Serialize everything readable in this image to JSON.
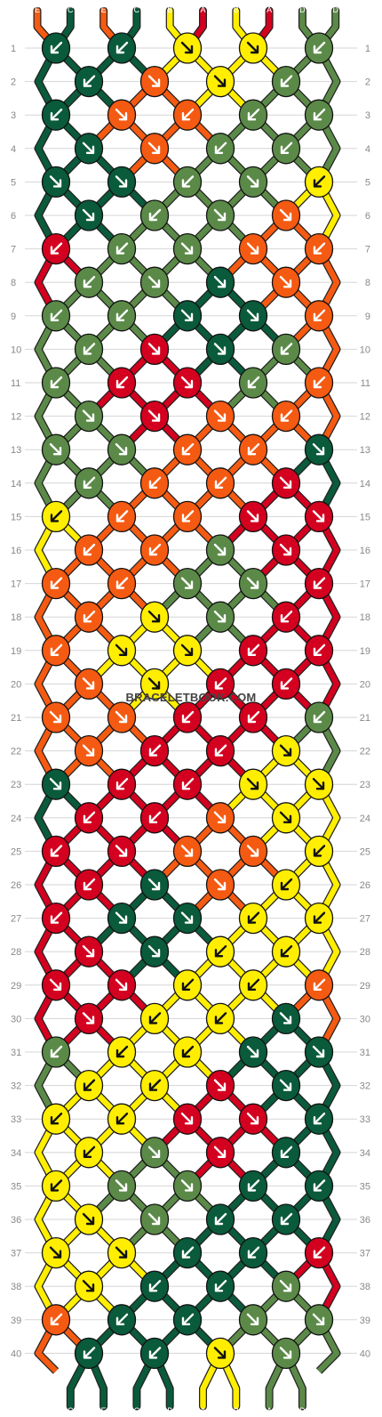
{
  "watermark": "BRACELETBOOK.COM",
  "colors": {
    "A": "#d3001f",
    "B": "#ffee00",
    "C": "#0a5a3c",
    "D": "#5b8a48",
    "E": "#f55a12"
  },
  "strings": [
    "E",
    "C",
    "E",
    "C",
    "B",
    "A",
    "B",
    "A",
    "D",
    "D"
  ],
  "rows": [
    {
      "n": "1",
      "knots": [
        [
          "C",
          "bl"
        ],
        [
          "C",
          "bl"
        ],
        [
          "B",
          "br"
        ],
        [
          "B",
          "br"
        ],
        [
          "D",
          "bl"
        ]
      ]
    },
    {
      "n": "2",
      "knots": [
        [
          "C",
          "bl"
        ],
        [
          "E",
          "br"
        ],
        [
          "B",
          "br"
        ],
        [
          "D",
          "bl"
        ]
      ]
    },
    {
      "n": "3",
      "knots": [
        [
          "C",
          "bl"
        ],
        [
          "E",
          "br"
        ],
        [
          "E",
          "bl"
        ],
        [
          "D",
          "bl"
        ],
        [
          "D",
          "bl"
        ]
      ]
    },
    {
      "n": "4",
      "knots": [
        [
          "C",
          "br"
        ],
        [
          "E",
          "br"
        ],
        [
          "D",
          "bl"
        ],
        [
          "D",
          "bl"
        ]
      ]
    },
    {
      "n": "5",
      "knots": [
        [
          "C",
          "br"
        ],
        [
          "C",
          "br"
        ],
        [
          "D",
          "bl"
        ],
        [
          "D",
          "br"
        ],
        [
          "B",
          "bl"
        ]
      ]
    },
    {
      "n": "6",
      "knots": [
        [
          "C",
          "br"
        ],
        [
          "D",
          "bl"
        ],
        [
          "D",
          "br"
        ],
        [
          "E",
          "br"
        ]
      ]
    },
    {
      "n": "7",
      "knots": [
        [
          "A",
          "bl"
        ],
        [
          "D",
          "bl"
        ],
        [
          "D",
          "br"
        ],
        [
          "E",
          "br"
        ],
        [
          "E",
          "bl"
        ]
      ]
    },
    {
      "n": "8",
      "knots": [
        [
          "D",
          "bl"
        ],
        [
          "D",
          "br"
        ],
        [
          "C",
          "br"
        ],
        [
          "E",
          "br"
        ]
      ]
    },
    {
      "n": "9",
      "knots": [
        [
          "D",
          "bl"
        ],
        [
          "D",
          "bl"
        ],
        [
          "C",
          "br"
        ],
        [
          "C",
          "br"
        ],
        [
          "E",
          "bl"
        ]
      ]
    },
    {
      "n": "10",
      "knots": [
        [
          "D",
          "bl"
        ],
        [
          "A",
          "br"
        ],
        [
          "C",
          "br"
        ],
        [
          "D",
          "bl"
        ]
      ]
    },
    {
      "n": "11",
      "knots": [
        [
          "D",
          "bl"
        ],
        [
          "A",
          "bl"
        ],
        [
          "A",
          "br"
        ],
        [
          "D",
          "bl"
        ],
        [
          "E",
          "bl"
        ]
      ]
    },
    {
      "n": "12",
      "knots": [
        [
          "D",
          "br"
        ],
        [
          "A",
          "br"
        ],
        [
          "E",
          "br"
        ],
        [
          "E",
          "bl"
        ]
      ]
    },
    {
      "n": "13",
      "knots": [
        [
          "D",
          "br"
        ],
        [
          "D",
          "br"
        ],
        [
          "E",
          "bl"
        ],
        [
          "E",
          "bl"
        ],
        [
          "C",
          "br"
        ]
      ]
    },
    {
      "n": "14",
      "knots": [
        [
          "D",
          "bl"
        ],
        [
          "E",
          "bl"
        ],
        [
          "E",
          "bl"
        ],
        [
          "A",
          "br"
        ]
      ]
    },
    {
      "n": "15",
      "knots": [
        [
          "B",
          "bl"
        ],
        [
          "E",
          "bl"
        ],
        [
          "E",
          "bl"
        ],
        [
          "A",
          "br"
        ],
        [
          "A",
          "br"
        ]
      ]
    },
    {
      "n": "16",
      "knots": [
        [
          "E",
          "bl"
        ],
        [
          "E",
          "bl"
        ],
        [
          "D",
          "br"
        ],
        [
          "A",
          "br"
        ]
      ]
    },
    {
      "n": "17",
      "knots": [
        [
          "E",
          "bl"
        ],
        [
          "E",
          "bl"
        ],
        [
          "D",
          "br"
        ],
        [
          "D",
          "br"
        ],
        [
          "A",
          "bl"
        ]
      ]
    },
    {
      "n": "18",
      "knots": [
        [
          "E",
          "bl"
        ],
        [
          "B",
          "br"
        ],
        [
          "D",
          "br"
        ],
        [
          "A",
          "bl"
        ]
      ]
    },
    {
      "n": "19",
      "knots": [
        [
          "E",
          "bl"
        ],
        [
          "B",
          "br"
        ],
        [
          "B",
          "br"
        ],
        [
          "A",
          "bl"
        ],
        [
          "A",
          "bl"
        ]
      ]
    },
    {
      "n": "20",
      "knots": [
        [
          "E",
          "br"
        ],
        [
          "B",
          "br"
        ],
        [
          "A",
          "bl"
        ],
        [
          "A",
          "bl"
        ]
      ]
    },
    {
      "n": "21",
      "knots": [
        [
          "E",
          "br"
        ],
        [
          "E",
          "br"
        ],
        [
          "A",
          "bl"
        ],
        [
          "A",
          "bl"
        ],
        [
          "D",
          "bl"
        ]
      ]
    },
    {
      "n": "22",
      "knots": [
        [
          "E",
          "br"
        ],
        [
          "A",
          "bl"
        ],
        [
          "A",
          "bl"
        ],
        [
          "B",
          "br"
        ]
      ]
    },
    {
      "n": "23",
      "knots": [
        [
          "C",
          "br"
        ],
        [
          "A",
          "bl"
        ],
        [
          "A",
          "bl"
        ],
        [
          "B",
          "br"
        ],
        [
          "B",
          "br"
        ]
      ]
    },
    {
      "n": "24",
      "knots": [
        [
          "A",
          "bl"
        ],
        [
          "A",
          "bl"
        ],
        [
          "E",
          "br"
        ],
        [
          "B",
          "br"
        ]
      ]
    },
    {
      "n": "25",
      "knots": [
        [
          "A",
          "bl"
        ],
        [
          "A",
          "br"
        ],
        [
          "E",
          "br"
        ],
        [
          "E",
          "br"
        ],
        [
          "B",
          "bl"
        ]
      ]
    },
    {
      "n": "26",
      "knots": [
        [
          "A",
          "bl"
        ],
        [
          "C",
          "br"
        ],
        [
          "E",
          "br"
        ],
        [
          "B",
          "bl"
        ]
      ]
    },
    {
      "n": "27",
      "knots": [
        [
          "A",
          "bl"
        ],
        [
          "C",
          "br"
        ],
        [
          "C",
          "br"
        ],
        [
          "B",
          "bl"
        ],
        [
          "B",
          "bl"
        ]
      ]
    },
    {
      "n": "28",
      "knots": [
        [
          "A",
          "br"
        ],
        [
          "C",
          "br"
        ],
        [
          "B",
          "bl"
        ],
        [
          "B",
          "bl"
        ]
      ]
    },
    {
      "n": "29",
      "knots": [
        [
          "A",
          "br"
        ],
        [
          "A",
          "br"
        ],
        [
          "B",
          "bl"
        ],
        [
          "B",
          "bl"
        ],
        [
          "E",
          "bl"
        ]
      ]
    },
    {
      "n": "30",
      "knots": [
        [
          "A",
          "br"
        ],
        [
          "B",
          "bl"
        ],
        [
          "B",
          "bl"
        ],
        [
          "C",
          "br"
        ]
      ]
    },
    {
      "n": "31",
      "knots": [
        [
          "D",
          "bl"
        ],
        [
          "B",
          "bl"
        ],
        [
          "B",
          "bl"
        ],
        [
          "C",
          "br"
        ],
        [
          "C",
          "br"
        ]
      ]
    },
    {
      "n": "32",
      "knots": [
        [
          "B",
          "bl"
        ],
        [
          "B",
          "bl"
        ],
        [
          "A",
          "br"
        ],
        [
          "C",
          "br"
        ]
      ]
    },
    {
      "n": "33",
      "knots": [
        [
          "B",
          "bl"
        ],
        [
          "B",
          "bl"
        ],
        [
          "A",
          "br"
        ],
        [
          "A",
          "br"
        ],
        [
          "C",
          "bl"
        ]
      ]
    },
    {
      "n": "34",
      "knots": [
        [
          "B",
          "bl"
        ],
        [
          "D",
          "br"
        ],
        [
          "A",
          "br"
        ],
        [
          "C",
          "bl"
        ]
      ]
    },
    {
      "n": "35",
      "knots": [
        [
          "B",
          "bl"
        ],
        [
          "D",
          "br"
        ],
        [
          "D",
          "br"
        ],
        [
          "C",
          "bl"
        ],
        [
          "C",
          "bl"
        ]
      ]
    },
    {
      "n": "36",
      "knots": [
        [
          "B",
          "br"
        ],
        [
          "D",
          "br"
        ],
        [
          "C",
          "bl"
        ],
        [
          "C",
          "bl"
        ]
      ]
    },
    {
      "n": "37",
      "knots": [
        [
          "B",
          "br"
        ],
        [
          "B",
          "br"
        ],
        [
          "C",
          "bl"
        ],
        [
          "C",
          "bl"
        ],
        [
          "A",
          "bl"
        ]
      ]
    },
    {
      "n": "38",
      "knots": [
        [
          "B",
          "br"
        ],
        [
          "C",
          "bl"
        ],
        [
          "C",
          "bl"
        ],
        [
          "D",
          "br"
        ]
      ]
    },
    {
      "n": "39",
      "knots": [
        [
          "E",
          "bl"
        ],
        [
          "C",
          "bl"
        ],
        [
          "C",
          "bl"
        ],
        [
          "D",
          "br"
        ],
        [
          "D",
          "br"
        ]
      ]
    },
    {
      "n": "40",
      "knots": [
        [
          "C",
          "bl"
        ],
        [
          "C",
          "bl"
        ],
        [
          "B",
          "br"
        ],
        [
          "D",
          "br"
        ]
      ]
    }
  ]
}
